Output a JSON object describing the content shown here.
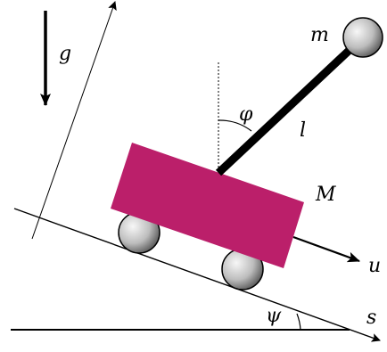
{
  "labels": {
    "gravity": "g",
    "pendulum_mass": "m",
    "rod_length": "l",
    "pendulum_angle": "φ",
    "cart_mass": "M",
    "control_input": "u",
    "position": "s",
    "slope_angle": "ψ"
  },
  "colors": {
    "cart": "#BB1F6A",
    "line": "#000000",
    "wheel_light": "#f4f4f4",
    "wheel_dark": "#555555"
  },
  "icons": {
    "gravity_arrow": "arrow-down-icon",
    "axis_arrow": "arrow-up-right-icon",
    "input_arrow": "arrow-right-icon"
  }
}
